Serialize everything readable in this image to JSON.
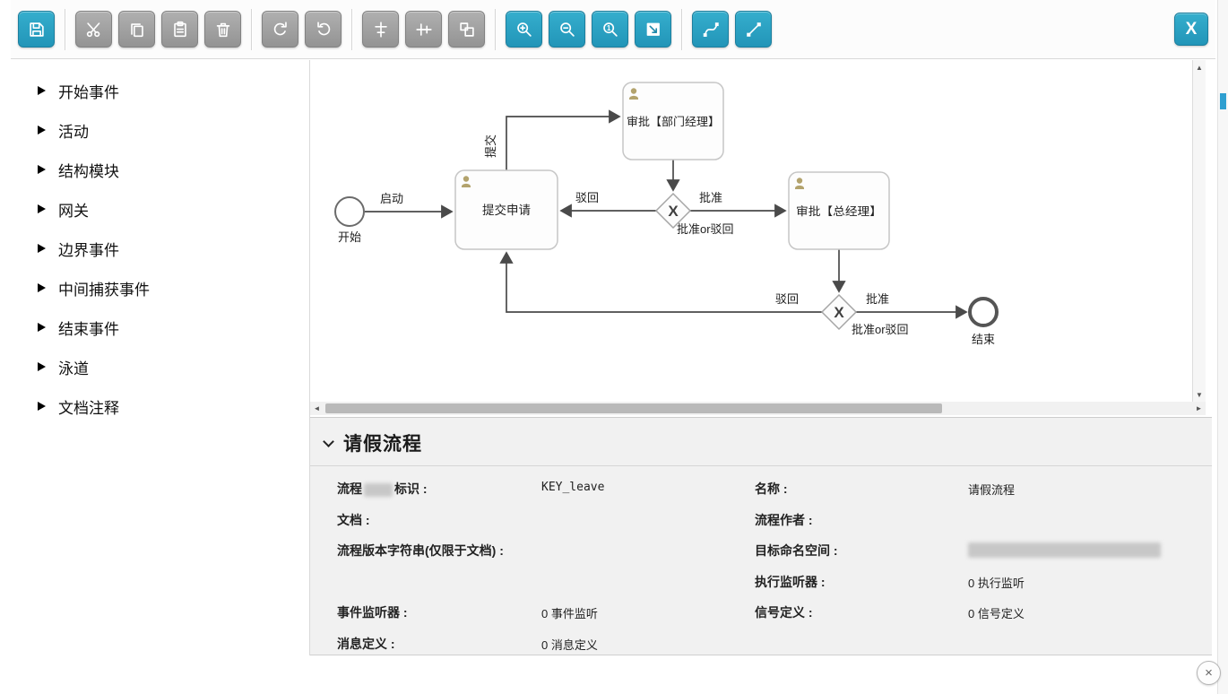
{
  "toolbar": {
    "close_label": "X",
    "buttons": [
      {
        "name": "save",
        "enabled": true
      },
      {
        "name": "cut",
        "enabled": false
      },
      {
        "name": "copy",
        "enabled": false
      },
      {
        "name": "paste",
        "enabled": false
      },
      {
        "name": "delete",
        "enabled": false
      },
      {
        "name": "redo",
        "enabled": false
      },
      {
        "name": "undo",
        "enabled": false
      },
      {
        "name": "align-vertical",
        "enabled": false
      },
      {
        "name": "align-horizontal",
        "enabled": false
      },
      {
        "name": "same-size",
        "enabled": false
      },
      {
        "name": "zoom-in",
        "enabled": true
      },
      {
        "name": "zoom-out",
        "enabled": true
      },
      {
        "name": "zoom-actual",
        "enabled": true
      },
      {
        "name": "zoom-fit",
        "enabled": true
      },
      {
        "name": "connector-curve",
        "enabled": true
      },
      {
        "name": "connector-straight",
        "enabled": true
      }
    ]
  },
  "sidebar": {
    "items": [
      "开始事件",
      "活动",
      "结构模块",
      "网关",
      "边界事件",
      "中间捕获事件",
      "结束事件",
      "泳道",
      "文档注释"
    ]
  },
  "diagram": {
    "start": "开始",
    "end": "结束",
    "launch": "启动",
    "submit_task": "提交申请",
    "dept_task": "审批【部门经理】",
    "gm_task": "审批【总经理】",
    "submit_edge": "提交",
    "reject1": "驳回",
    "approve1": "批准",
    "gateway1": "批准or驳回",
    "reject2": "驳回",
    "approve2": "批准",
    "gateway2": "批准or驳回",
    "gateway_glyph": "X"
  },
  "panel": {
    "title": "请假流程",
    "rows": {
      "process_key": {
        "label_prefix": "流程",
        "label_suffix": "标识 :",
        "value": "KEY_leave"
      },
      "name": {
        "label": "名称 :",
        "value": "请假流程"
      },
      "doc": {
        "label": "文档 :",
        "value": ""
      },
      "author": {
        "label": "流程作者 :",
        "value": ""
      },
      "version": {
        "label": "流程版本字符串(仅限于文档) :",
        "value": ""
      },
      "namespace": {
        "label": "目标命名空间 :"
      },
      "exec_listener": {
        "label": "执行监听器 :",
        "value": "0 执行监听"
      },
      "event_listener": {
        "label": "事件监听器 :",
        "value": "0 事件监听"
      },
      "signal": {
        "label": "信号定义 :",
        "value": "0 信号定义"
      },
      "message": {
        "label": "消息定义 :",
        "value": "0 消息定义"
      }
    }
  },
  "page": {
    "close_label": "×"
  }
}
